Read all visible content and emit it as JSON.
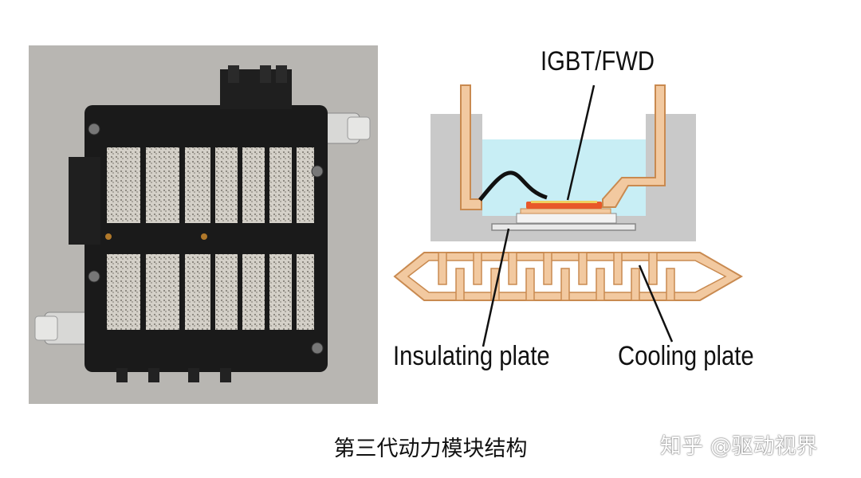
{
  "diagram": {
    "labels": {
      "igbt": "IGBT/FWD",
      "insulating": "Insulating plate",
      "cooling": "Cooling plate"
    }
  },
  "caption": "第三代动力模块结构",
  "watermark": "知乎 @驱动视界",
  "colors": {
    "coolant": "#c8eef5",
    "housing": "#c9c9c9",
    "copper": "#f2c9a0",
    "copper_edge": "#c98a50",
    "chip": "#e8582a",
    "chip_top": "#f0d060",
    "photo_bg": "#b8b6b2",
    "frame": "#1a1a1a"
  }
}
